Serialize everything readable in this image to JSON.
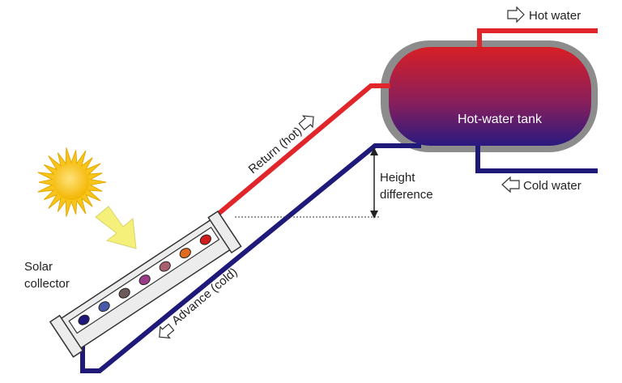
{
  "labels": {
    "hot_water": "Hot water",
    "cold_water": "Cold water",
    "tank": "Hot-water tank",
    "return_hot": "Return (hot)",
    "advance_cold": "Advance (cold)",
    "height_line1": "Height",
    "height_line2": "difference",
    "solar_line1": "Solar",
    "solar_line2": "collector"
  },
  "colors": {
    "hot_pipe": "#e0262b",
    "cold_pipe": "#1f1a7a",
    "tank_top": "#d81f26",
    "tank_bottom": "#2a1a80",
    "tank_shell": "#8c8c8c",
    "sun": "#f7c51b",
    "sun_arrow": "#f5f07a",
    "collector_frame": "#e8e8e8"
  },
  "icons": {
    "sun": "sun-icon",
    "arrow": "sunlight-arrow-icon",
    "flow_arrow": "flow-arrow-icon"
  },
  "collector_tubes": [
    "#1f1a7a",
    "#4a5aa8",
    "#6b5a5a",
    "#9a3c86",
    "#a86070",
    "#e06a1e",
    "#d01c1c"
  ]
}
